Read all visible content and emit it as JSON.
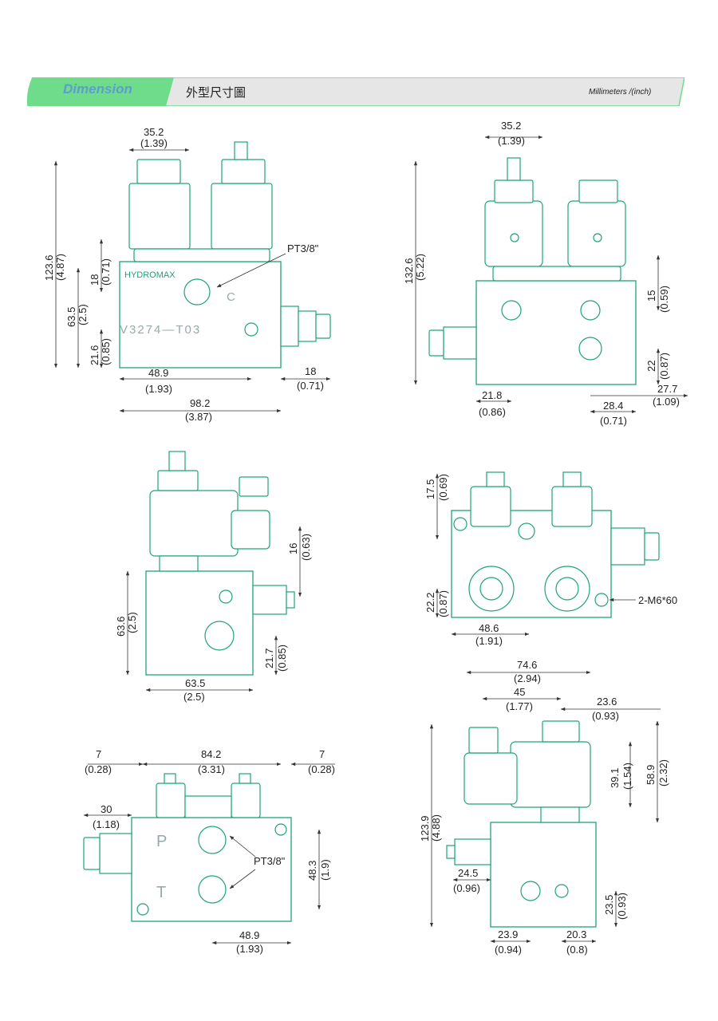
{
  "header": {
    "title": "Dimension",
    "subtitle_cn": "外型尺寸圖",
    "units": "Millimeters /(inch)"
  },
  "colors": {
    "accent": "#6fdc8c",
    "outline": "#1fa37a",
    "header_bg": "#e6e6e6"
  },
  "views": {
    "v1": {
      "brand": "HYDROMAX",
      "model": "V3274—T03",
      "port_c": "C",
      "port_label": "PT3/8\"",
      "d_top": [
        "35.2",
        "(1.39)"
      ],
      "d_h": [
        "123.6",
        "(4.87)"
      ],
      "d_63": [
        "63.5",
        "(2.5)"
      ],
      "d_18": [
        "18",
        "(0.71)"
      ],
      "d_21": [
        "21.6",
        "(0.85)"
      ],
      "d_489": [
        "48.9",
        "(1.93)"
      ],
      "d_18r": [
        "18",
        "(0.71)"
      ],
      "d_982": [
        "98.2",
        "(3.87)"
      ]
    },
    "v2": {
      "d_top": [
        "35.2",
        "(1.39)"
      ],
      "d_h": [
        "132.6",
        "(5.22)"
      ],
      "d_15": [
        "15",
        "(0.59)"
      ],
      "d_22": [
        "22",
        "(0.87)"
      ],
      "d_218": [
        "21.8",
        "(0.86)"
      ],
      "d_284": [
        "28.4",
        "(0.71)"
      ],
      "d_277": [
        "27.7",
        "(1.09)"
      ]
    },
    "v3": {
      "d_16": [
        "16",
        "(0.63)"
      ],
      "d_636": [
        "63.6",
        "(2.5)"
      ],
      "d_217": [
        "21.7",
        "(0.85)"
      ],
      "d_635": [
        "63.5",
        "(2.5)"
      ]
    },
    "v4": {
      "d_175": [
        "17.5",
        "(0.69)"
      ],
      "d_222": [
        "22.2",
        "(0.87)"
      ],
      "d_486": [
        "48.6",
        "(1.91)"
      ],
      "callout": "2-M6*60"
    },
    "v5": {
      "d_7l": [
        "7",
        "(0.28)"
      ],
      "d_842": [
        "84.2",
        "(3.31)"
      ],
      "d_7r": [
        "7",
        "(0.28)"
      ],
      "d_30": [
        "30",
        "(1.18)"
      ],
      "d_483": [
        "48.3",
        "(1.9)"
      ],
      "d_489": [
        "48.9",
        "(1.93)"
      ],
      "port_p": "P",
      "port_t": "T",
      "port_label": "PT3/8\""
    },
    "v6": {
      "d_746": [
        "74.6",
        "(2.94)"
      ],
      "d_45": [
        "45",
        "(1.77)"
      ],
      "d_236": [
        "23.6",
        "(0.93)"
      ],
      "d_391": [
        "39.1",
        "(1.54)"
      ],
      "d_589": [
        "58.9",
        "(2.32)"
      ],
      "d_1239": [
        "123.9",
        "(4.88)"
      ],
      "d_245": [
        "24.5",
        "(0.96)"
      ],
      "d_235": [
        "23.5",
        "(0.93)"
      ],
      "d_239": [
        "23.9",
        "(0.94)"
      ],
      "d_203": [
        "20.3",
        "(0.8)"
      ]
    }
  }
}
